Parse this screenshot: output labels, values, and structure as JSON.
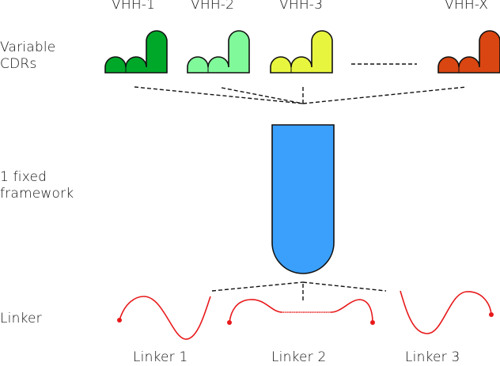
{
  "rows": {
    "variable_cdrs": "Variable\nCDRs",
    "variable_cdrs_line1": "Variable",
    "variable_cdrs_line2": "CDRs",
    "framework_line1": "1 fixed",
    "framework_line2": "framework",
    "linker": "Linker"
  },
  "vhh": [
    {
      "label": "VHH-1",
      "color": "#00a82a"
    },
    {
      "label": "VHH-2",
      "color": "#80f99a"
    },
    {
      "label": "VHH-3",
      "color": "#e8f53f"
    },
    {
      "label": "VHH-X",
      "color": "#d94611"
    }
  ],
  "framework": {
    "color": "#3aa0fb"
  },
  "linkers": [
    {
      "label": "Linker 1"
    },
    {
      "label": "Linker 2"
    },
    {
      "label": "Linker 3"
    }
  ],
  "linker_color": "#e8191b"
}
